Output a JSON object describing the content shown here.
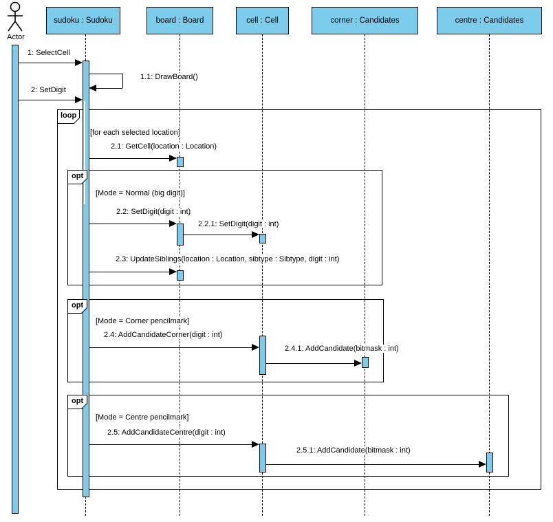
{
  "diagram": {
    "type": "uml-sequence-diagram",
    "colors": {
      "element_fill": "#7DCCEC",
      "border": "#000000",
      "text": "#000000",
      "background": "#FFFFFF"
    }
  },
  "actor": {
    "label": "Actor"
  },
  "lifelines": [
    {
      "label": "sudoku : Sudoku"
    },
    {
      "label": "board : Board"
    },
    {
      "label": "cell : Cell"
    },
    {
      "label": "corner : Candidates"
    },
    {
      "label": "centre : Candidates"
    }
  ],
  "fragments": [
    {
      "operator": "loop",
      "guard": "[for each selected location]"
    },
    {
      "operator": "opt",
      "guard": "[Mode = Normal (big digit)]"
    },
    {
      "operator": "opt",
      "guard": "[Mode = Corner pencilmark]"
    },
    {
      "operator": "opt",
      "guard": "[Mode = Centre pencilmark]"
    }
  ],
  "messages": [
    {
      "label": "1: SelectCell"
    },
    {
      "label": "1.1: DrawBoard()"
    },
    {
      "label": "2: SetDigit"
    },
    {
      "label": "2.1: GetCell(location : Location)"
    },
    {
      "label": "2.2: SetDigit(digit : int)"
    },
    {
      "label": "2.2.1: SetDigit(digit : int)"
    },
    {
      "label": "2.3: UpdateSiblings(location : Location, sibtype : Sibtype, digit : int)"
    },
    {
      "label": "2.4: AddCandidateCorner(digit : int)"
    },
    {
      "label": "2.4.1: AddCandidate(bitmask : int)"
    },
    {
      "label": "2.5: AddCandidateCentre(digit : int)"
    },
    {
      "label": "2.5.1: AddCandidate(bitmask : int)"
    }
  ]
}
